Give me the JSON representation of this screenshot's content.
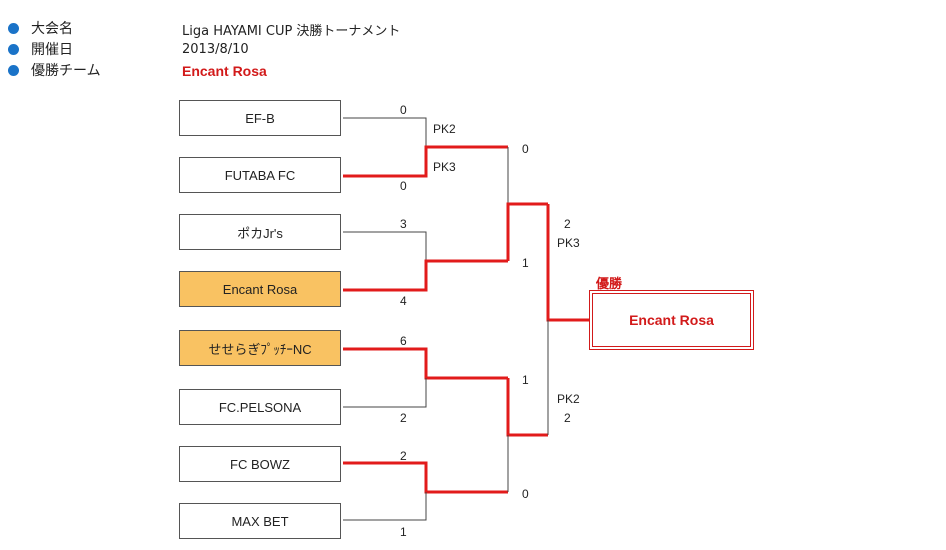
{
  "info": {
    "rows": [
      {
        "label": "大会名",
        "value": "Liga HAYAMI CUP 決勝トーナメント"
      },
      {
        "label": "開催日",
        "value": "2013/8/10"
      },
      {
        "label": "優勝チーム",
        "value": "Encant Rosa"
      }
    ]
  },
  "teams": [
    {
      "name": "EF-B",
      "highlight": false
    },
    {
      "name": "FUTABA FC",
      "highlight": false
    },
    {
      "name": "ポカJr's",
      "highlight": false
    },
    {
      "name": "Encant Rosa",
      "highlight": true
    },
    {
      "name": "せせらぎﾌﾟｯﾁｰNC",
      "highlight": true
    },
    {
      "name": "FC.PELSONA",
      "highlight": false
    },
    {
      "name": "FC BOWZ",
      "highlight": false
    },
    {
      "name": "MAX  BET",
      "highlight": false
    }
  ],
  "round1_scores": {
    "m1_top": "0",
    "m1_top_pk": "PK2",
    "m1_bottom_pk": "PK3",
    "m1_bottom": "0",
    "m2_top": "3",
    "m2_bottom": "4",
    "m3_top": "6",
    "m3_bottom": "2",
    "m4_top": "2",
    "m4_bottom": "1"
  },
  "round2_scores": {
    "s1_top": "0",
    "s1_bottom": "1",
    "s2_top": "1",
    "s2_bottom": "0"
  },
  "final_scores": {
    "top": "2",
    "top_pk": "PK3",
    "bottom_pk": "PK2",
    "bottom": "2"
  },
  "champion": {
    "label": "優勝",
    "name": "Encant Rosa"
  },
  "colors": {
    "winner_line": "#e21b1b",
    "loser_line": "#444444",
    "highlight_team": "#f9c262",
    "bullet": "#1a73c8"
  }
}
